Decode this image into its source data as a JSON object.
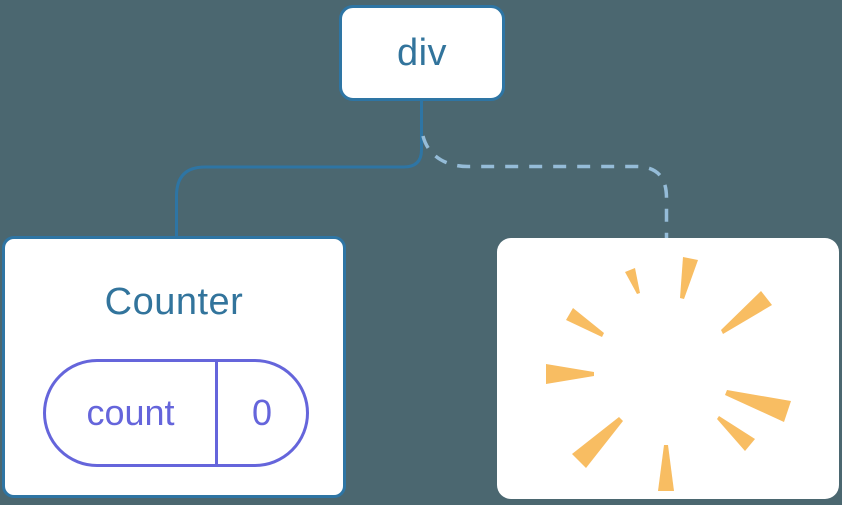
{
  "tree": {
    "root_label": "div",
    "counter": {
      "title": "Counter",
      "state_key": "count",
      "state_value": "0"
    },
    "removed_child": {
      "status": "removed",
      "icon": "poof-burst-icon"
    }
  },
  "colors": {
    "background": "#4b6770",
    "node_border": "#2e75a4",
    "node_fill": "#ffffff",
    "label_text": "#32749c",
    "state_accent": "#6565db",
    "dashed_link": "#95bcd8",
    "burst_orange": "#f8bd62"
  }
}
